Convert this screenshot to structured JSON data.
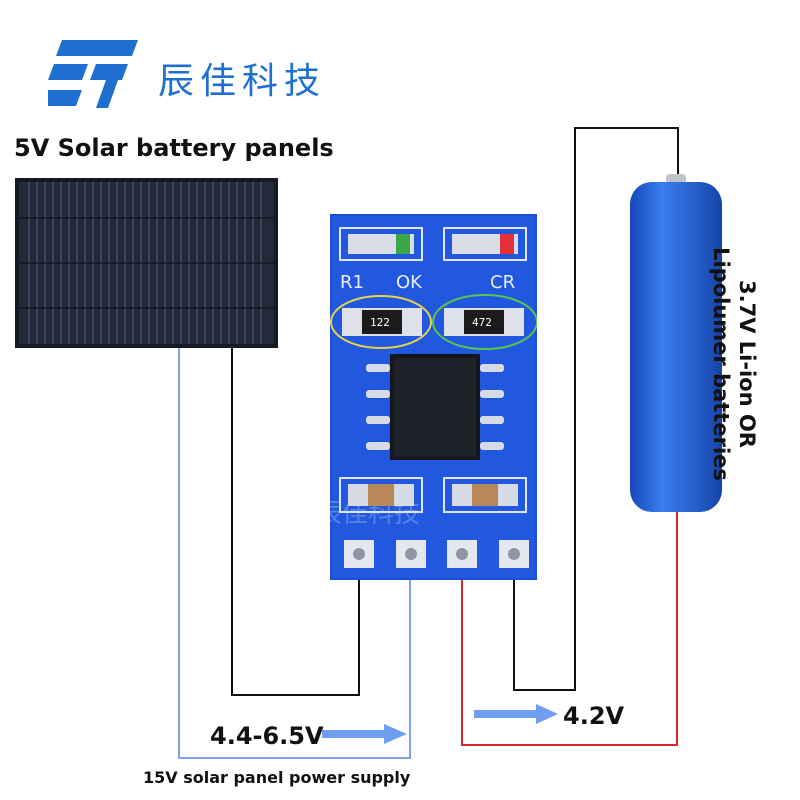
{
  "brand": {
    "name": "辰佳科技",
    "color": "#1f6fd1"
  },
  "solar_panel": {
    "title": "5V Solar battery panels"
  },
  "pcb": {
    "silkscreen": {
      "r1": "R1",
      "ok": "OK",
      "cr": "CR"
    },
    "resistor_left": "122",
    "resistor_right": "472",
    "board_color": "#1b4fd6",
    "watermark": "辰佳科技"
  },
  "battery": {
    "label_line1": "3.7V Li-ion OR",
    "label_line2": "Lipolumer batteries",
    "color": "#1f6fd6"
  },
  "input": {
    "voltage": "4.4-6.5V",
    "caption": "15V solar panel power supply"
  },
  "output": {
    "voltage": "4.2V"
  },
  "colors": {
    "positive_wire": "#d8262a",
    "negative_wire": "#111111",
    "input_wire": "#7fa3e6",
    "arrow": "#6f9df0"
  }
}
